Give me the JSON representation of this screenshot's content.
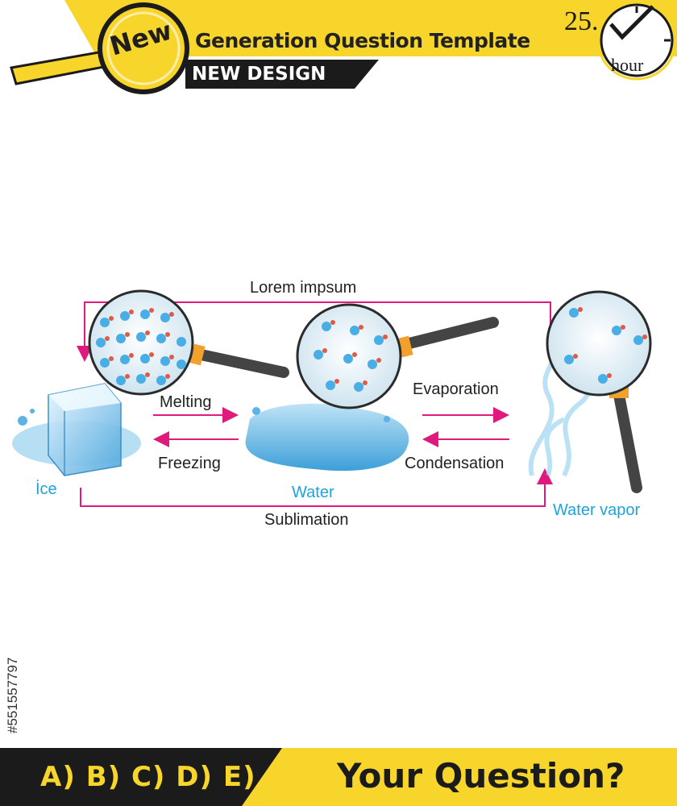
{
  "header": {
    "badge": "New",
    "title": "Generation Question Template",
    "subtitle": "NEW DESIGN",
    "timer_number": "25.",
    "timer_unit": "hour"
  },
  "diagram": {
    "top_process": "Lorem impsum",
    "melting": "Melting",
    "freezing": "Freezing",
    "evaporation": "Evaporation",
    "condensation": "Condensation",
    "sublimation": "Sublimation",
    "state_ice": "İce",
    "state_water": "Water",
    "state_vapor": "Water vapor"
  },
  "footer": {
    "options": "A) B) C) D) E)",
    "question": "Your Question?"
  },
  "stock_id": "#551557797",
  "colors": {
    "yellow": "#f7d52b",
    "dark": "#1b1b1b",
    "arrow": "#e0197d",
    "state_label": "#1ea4dc"
  }
}
